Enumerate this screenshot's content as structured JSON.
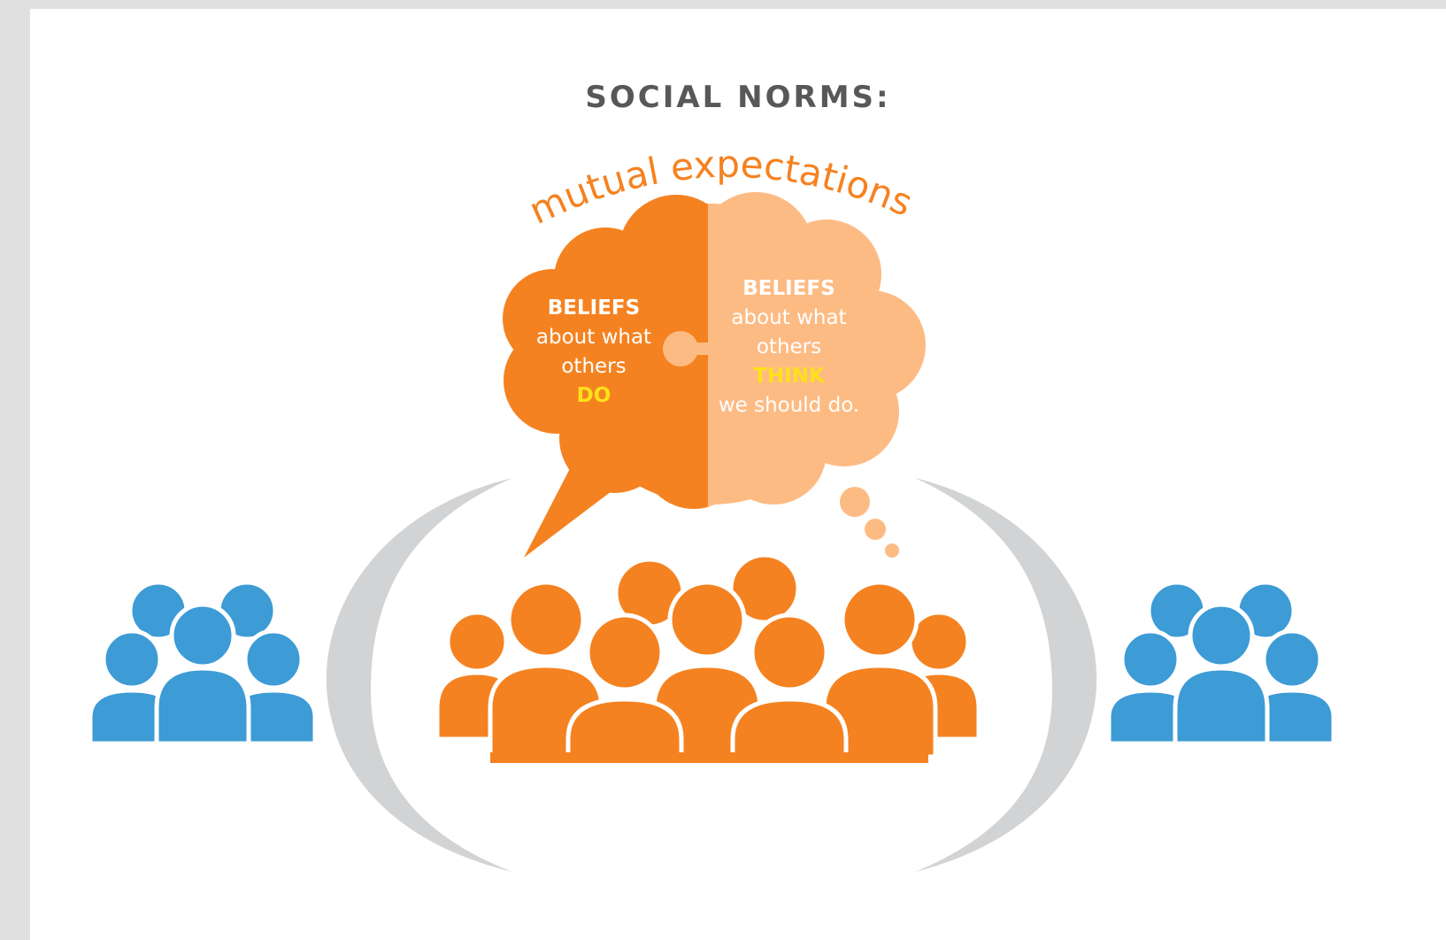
{
  "title": "SOCIAL NORMS:",
  "arc_label": "mutual expectations",
  "left_bubble": {
    "heading": "BELIEFS",
    "line1": "about what",
    "line2": "others",
    "emphasis": "DO"
  },
  "right_bubble": {
    "heading": "BELIEFS",
    "line1": "about what",
    "line2": "others",
    "emphasis": "THINK",
    "line3": "we should do."
  },
  "colors": {
    "group_orange": "#f58220",
    "bubble_light": "#fdbb84",
    "outside_blue": "#3d9bd5",
    "bracket_gray": "#d1d3d4",
    "title_gray": "#57585a",
    "highlight_yellow": "#ffe11a"
  }
}
